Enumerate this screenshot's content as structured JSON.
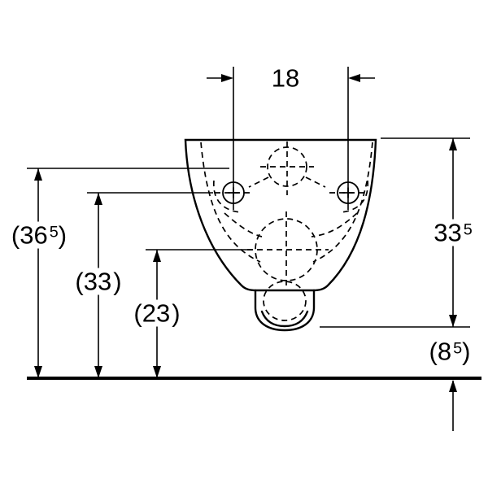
{
  "drawing": {
    "name": "wall-hung-wc-rear-view-dimension-drawing",
    "dims": {
      "bolt_spacing": {
        "open": "",
        "value": "18",
        "sup": "",
        "close": ""
      },
      "height_total": {
        "open": "(",
        "value": "36",
        "sup": "5",
        "close": ")"
      },
      "height_fixing": {
        "open": "(",
        "value": "33",
        "sup": "",
        "close": ")"
      },
      "height_outlet": {
        "open": "(",
        "value": "23",
        "sup": "",
        "close": ")"
      },
      "height_body": {
        "open": "",
        "value": "33",
        "sup": "5",
        "close": ""
      },
      "floor_clearance": {
        "open": "(",
        "value": "8",
        "sup": "5",
        "close": ")"
      }
    }
  }
}
